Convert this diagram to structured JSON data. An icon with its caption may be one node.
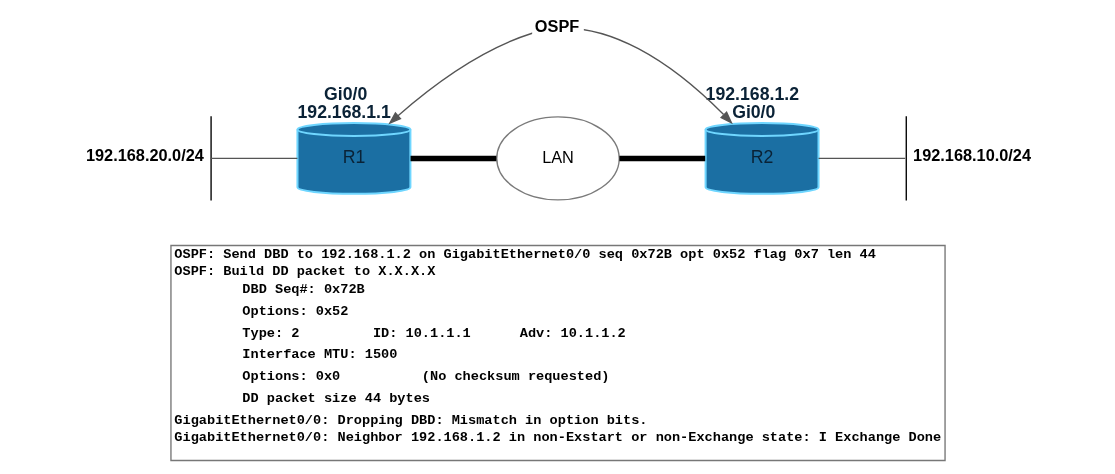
{
  "diagram": {
    "nodes": [
      {
        "text": [
          "192.168.20.0/24"
        ]
      },
      {
        "text": [
          "R1"
        ],
        "beside": [
          "Gi0/0",
          "192.168.1.1"
        ]
      },
      {
        "text": [
          "LAN"
        ]
      },
      {
        "text": [
          "R2"
        ],
        "beside": [
          "192.168.1.2",
          "Gi0/0"
        ]
      },
      {
        "text": [
          "192.168.10.0/24"
        ]
      },
      {
        "text": [
          "OSPF: Send DBD to 192.168.1.2 on GigabitEthernet0/0 seq 0x72B opt 0x52 flag 0x7 len 44",
          "OSPF: Build DD packet to X.X.X.X",
          "DBD Seq#: 0x72B",
          "Options: 0x52",
          "Type: 2         ID: 10.1.1.1      Adv: 10.1.1.2",
          "Interface MTU: 1500",
          "Options: 0x0          (No checksum requested)",
          "DD packet size 44 bytes",
          "GigabitEthernet0/0: Dropping DBD: Mismatch in option bits.",
          "GigabitEthernet0/0: Neighbor 192.168.1.2 in non-Exstart or non-Exchange state: I Exchange Done"
        ]
      }
    ],
    "edges": [
      {
        "from": 1,
        "to": 3,
        "arrow": "both",
        "label": "OSPF"
      },
      {
        "from": 0,
        "to": 1,
        "arrow": "none"
      },
      {
        "from": 1,
        "to": 2,
        "arrow": "none",
        "style": "thick"
      },
      {
        "from": 2,
        "to": 3,
        "arrow": "none",
        "style": "thick"
      },
      {
        "from": 3,
        "to": 4,
        "arrow": "none"
      }
    ]
  }
}
